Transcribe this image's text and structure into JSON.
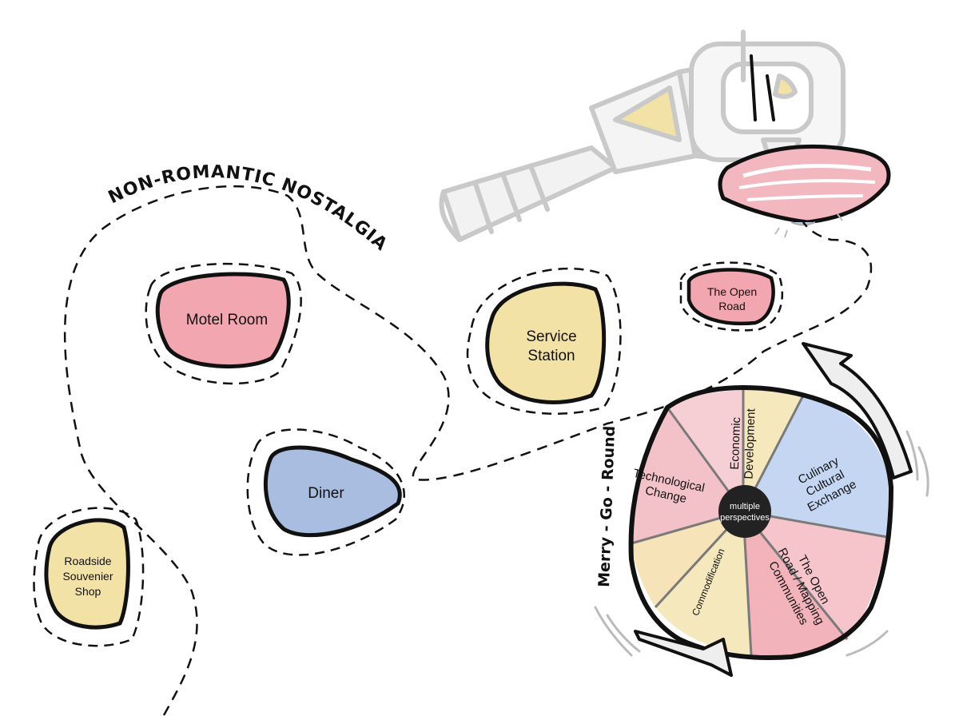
{
  "title": "NON-ROMANTIC NOSTALGIA",
  "nodes": {
    "motel_room": "Motel Room",
    "service_station": [
      "Service",
      "Station"
    ],
    "open_road": [
      "The Open",
      "Road"
    ],
    "diner": "Diner",
    "souvenir_shop": [
      "Roadside",
      "Souvenier",
      "Shop"
    ]
  },
  "wheel": {
    "label": "Merry - Go - Round",
    "center": [
      "multiple",
      "perspectives"
    ],
    "segments": {
      "economic": [
        "Economic",
        "Development"
      ],
      "culinary": [
        "Culinary",
        "Cultural",
        "Exchange"
      ],
      "open_road": [
        "The Open",
        "Road / Mapping",
        "Communities"
      ],
      "commodification": "Commodification",
      "technological": [
        "Technological",
        "Change"
      ]
    }
  },
  "colors": {
    "pink": "#f2a6b0",
    "yellow": "#f3e2a6",
    "blue": "#a9bde0",
    "pale_blue": "#b7cff0",
    "grey_sketch": "#c8c8c8",
    "outline": "#111111"
  }
}
